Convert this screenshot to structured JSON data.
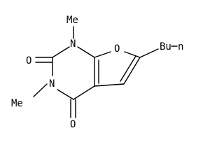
{
  "molecule": {
    "labels": {
      "methyl_n1": "Me",
      "n1": "N",
      "ring_oxygen": "O",
      "butyl": "Bu",
      "butyl_suffix": "n",
      "carbonyl_o2": "O",
      "n3": "N",
      "methyl_n3": "Me",
      "carbonyl_o4": "O"
    },
    "colors": {
      "bond": "#000000",
      "text": "#000000",
      "background": "#ffffff"
    }
  }
}
